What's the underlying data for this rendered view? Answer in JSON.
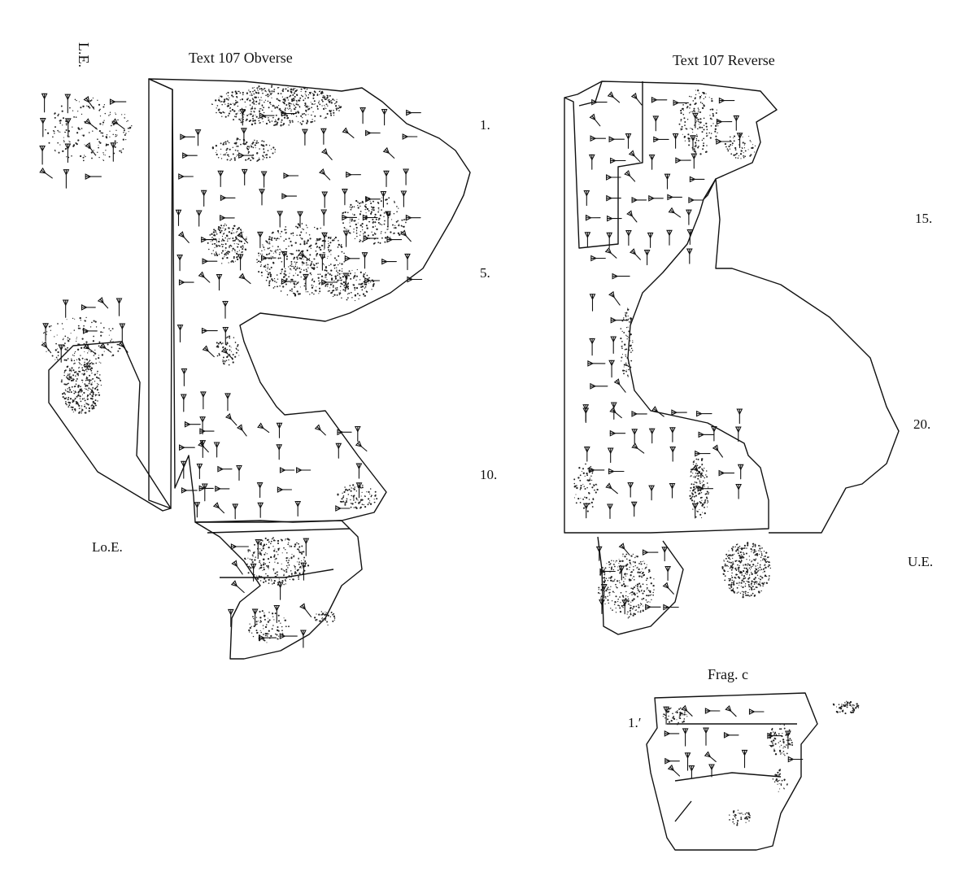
{
  "labels": {
    "left_edge": "L.E.",
    "obverse_title": "Text 107 Obverse",
    "reverse_title": "Text 107 Reverse",
    "lower_edge": "Lo.E.",
    "upper_edge": "U.E.",
    "fragment_title": "Frag. c"
  },
  "line_numbers": {
    "obverse": [
      "1.",
      "5.",
      "10."
    ],
    "reverse": [
      "15.",
      "20."
    ],
    "fragment": [
      "1.′"
    ]
  }
}
